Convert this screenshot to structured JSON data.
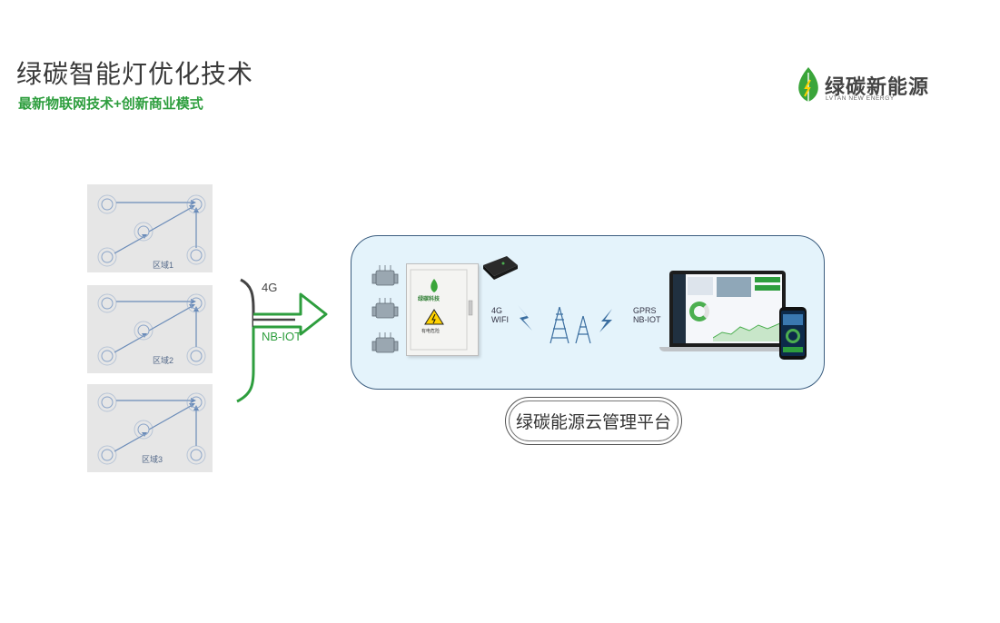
{
  "header": {
    "title": "绿碳智能灯优化技术",
    "subtitle": "最新物联网技术+创新商业模式"
  },
  "logo": {
    "name": "绿碳新能源",
    "english": "LVTAN NEW ENERGY",
    "leaf_color": "#3aa53a"
  },
  "zones": [
    {
      "label": "区域1"
    },
    {
      "label": "区域2"
    },
    {
      "label": "区域3"
    }
  ],
  "links": {
    "top_label": "4G",
    "bottom_label": "NB-IOT",
    "top_color": "#444444",
    "bottom_color": "#2e9e3e"
  },
  "cabinet": {
    "brand": "绿碳科技",
    "warning": "有电危险"
  },
  "comm": {
    "left_line1": "4G",
    "left_line2": "WIFI",
    "right_line1": "GPRS",
    "right_line2": "NB-IOT"
  },
  "platform": {
    "label": "绿碳能源云管理平台"
  },
  "colors": {
    "accent": "#2e9e3e",
    "cloud_bg": "#e4f3fb",
    "cloud_border": "#3b5d7f",
    "zone_bg": "#e6e6e6"
  }
}
